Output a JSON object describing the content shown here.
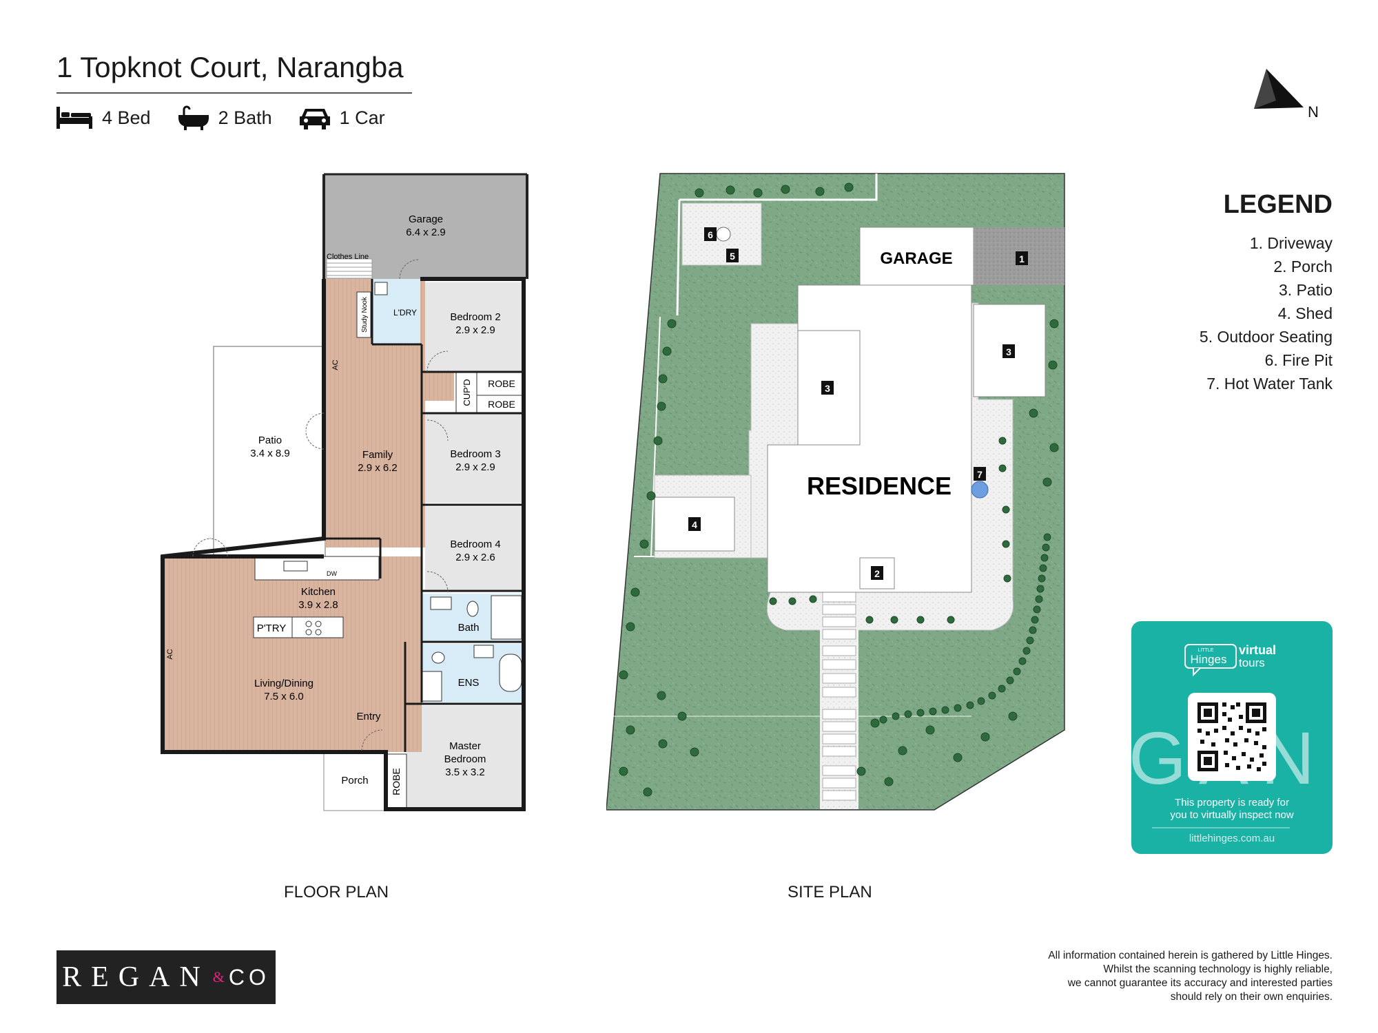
{
  "header": {
    "title": "1 Topknot Court, Narangba",
    "features": [
      {
        "icon": "bed-icon",
        "label": "4 Bed"
      },
      {
        "icon": "bath-icon",
        "label": "2 Bath"
      },
      {
        "icon": "car-icon",
        "label": "1 Car"
      }
    ],
    "compass_label": "N"
  },
  "floor_plan": {
    "label": "FLOOR PLAN",
    "rooms": {
      "garage": {
        "name": "Garage",
        "dims": "6.4 x 2.9"
      },
      "clothes_line": "Clothes Line",
      "study_nook": "Study Nook",
      "laundry": "L'DRY",
      "bedroom2": {
        "name": "Bedroom 2",
        "dims": "2.9 x 2.9"
      },
      "robe_a": "ROBE",
      "robe_b": "ROBE",
      "cupd": "CUP'D",
      "patio": {
        "name": "Patio",
        "dims": "3.4 x 8.9"
      },
      "family": {
        "name": "Family",
        "dims": "2.9 x 6.2"
      },
      "bedroom3": {
        "name": "Bedroom 3",
        "dims": "2.9 x 2.9"
      },
      "bedroom4": {
        "name": "Bedroom 4",
        "dims": "2.9 x 2.6"
      },
      "kitchen": {
        "name": "Kitchen",
        "dims": "3.9 x 2.8"
      },
      "dw": "DW",
      "pantry": "P'TRY",
      "bath": "Bath",
      "ens": "ENS",
      "living": {
        "name": "Living/Dining",
        "dims": "7.5 x 6.0"
      },
      "entry": "Entry",
      "master": {
        "name": "Master",
        "name2": "Bedroom",
        "dims": "3.5 x 3.2"
      },
      "porch": "Porch",
      "robe_master": "ROBE",
      "ac1": "AC",
      "ac2": "AC"
    }
  },
  "site_plan": {
    "label": "SITE PLAN",
    "garage": "GARAGE",
    "residence": "RESIDENCE",
    "markers": [
      "1",
      "2",
      "3",
      "3",
      "4",
      "5",
      "6",
      "7"
    ]
  },
  "legend": {
    "title": "LEGEND",
    "items": [
      "1. Driveway",
      "2. Porch",
      "3. Patio",
      "4. Shed",
      "5. Outdoor Seating",
      "6. Fire Pit",
      "7. Hot Water Tank"
    ]
  },
  "virtual_tour": {
    "brand_small": "LITTLE",
    "brand": "Hinges",
    "virtual": "virtual",
    "tours": "tours",
    "gan": "GAN",
    "line1": "This property is ready for",
    "line2": "you to virtually inspect now",
    "url": "littlehinges.com.au"
  },
  "footer": {
    "logo_main": "REGAN",
    "logo_amp": "&",
    "logo_co": "CO",
    "disclaimer": [
      "All information contained herein is gathered by Little Hinges.",
      "Whilst the scanning technology is highly reliable,",
      "we cannot guarantee its accuracy and interested parties",
      "should rely on their own enquiries."
    ]
  },
  "colors": {
    "wood": "#d9b5a0",
    "garage_grey": "#b3b3b3",
    "tile_blue": "#d8ecf7",
    "grass": "#7fa886",
    "paving": "#efefef",
    "tour_teal": "#19b2a5"
  }
}
